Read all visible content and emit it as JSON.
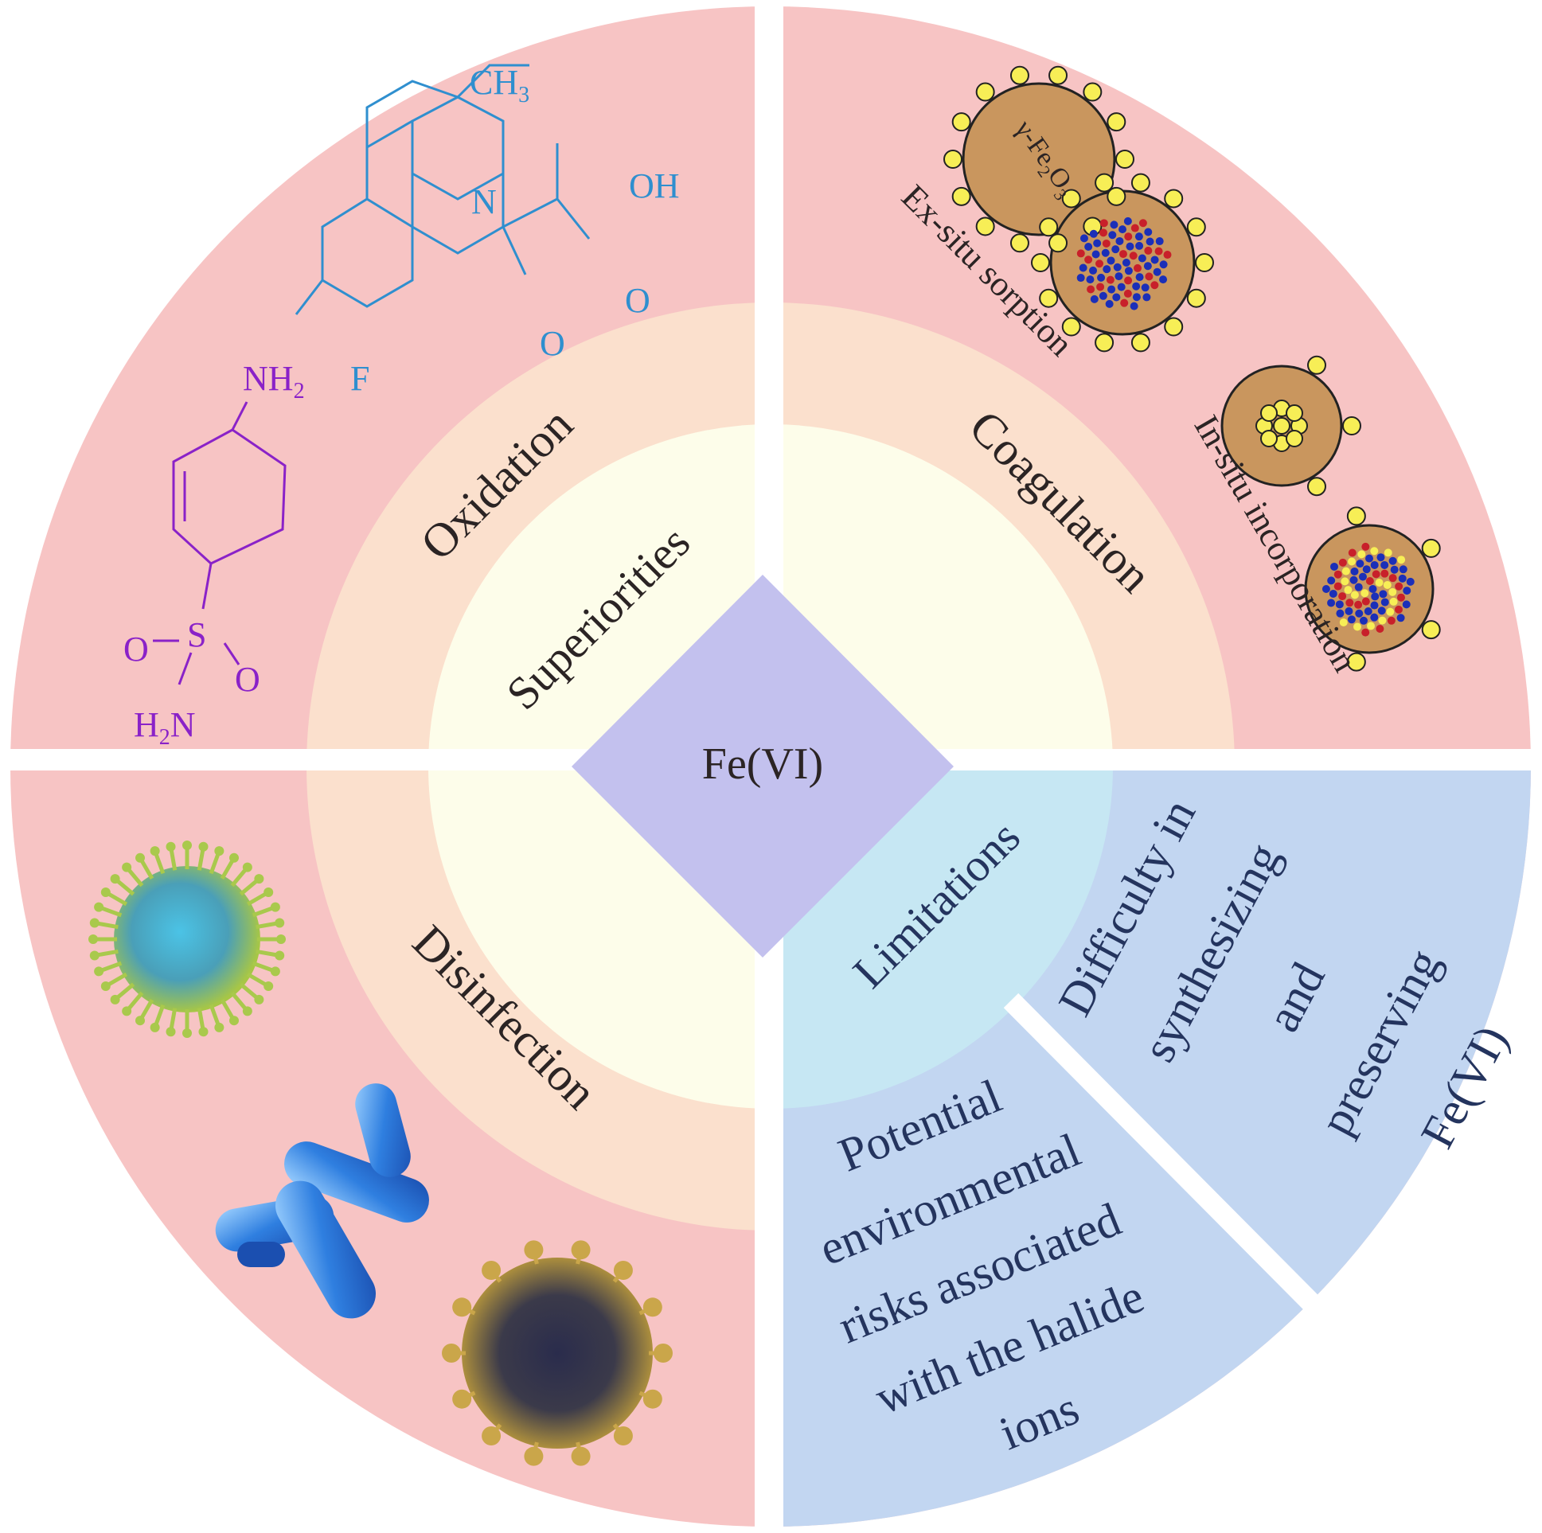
{
  "center": {
    "label": "Fe(VI)"
  },
  "inner_ring": {
    "superiorities": "Superiorities",
    "limitations": "Limitations"
  },
  "quadrants": {
    "oxidation": {
      "label": "Oxidation"
    },
    "coagulation": {
      "label": "Coagulation",
      "ex_situ": "Ex-situ sorption",
      "in_situ": "In-situ incorporation",
      "particle_prefix": "γ-Fe",
      "particle_sub1": "2",
      "particle_mid": "O",
      "particle_sub2": "3"
    },
    "disinfection": {
      "label": "Disinfection"
    },
    "limit_synthesis": {
      "lines": [
        "Difficulty in",
        "synthesizing",
        "and",
        "preserving",
        "Fe(VI)"
      ]
    },
    "limit_halide": {
      "lines": [
        "Potential",
        "environmental",
        "risks associated",
        "with the halide",
        "ions"
      ]
    }
  },
  "molecules": {
    "quinolone": {
      "ch3": "CH",
      "ch3_sub": "3",
      "oh": "OH",
      "n": "N",
      "o1": "O",
      "o2": "O",
      "f": "F"
    },
    "sulfonamide": {
      "nh2": "NH",
      "nh2_sub": "2",
      "s": "S",
      "o1": "O",
      "o2": "O",
      "h2n_h": "H",
      "h2n_sub": "2",
      "h2n_n": "N"
    }
  },
  "colors": {
    "outer_pink": "#f7c4c4",
    "middle_peach": "#fbe0cd",
    "inner_cream": "#fdfdea",
    "center_lavender": "#c3c1ee",
    "limitations_inner": "#c6e7f3",
    "limitations_outer": "#c2d6f1",
    "particle": "#c9965e",
    "dots": "#f7ee56"
  }
}
